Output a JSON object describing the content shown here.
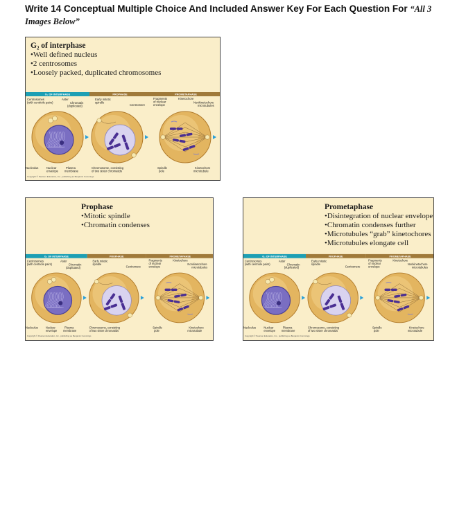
{
  "heading": {
    "main": "Write 14 Conceptual Multiple Choice And Included Answer Key For Each Question For ",
    "italic": "“All 3 Images Below”"
  },
  "slides": [
    {
      "title": "G₂ of interphase",
      "bullets": [
        "•Well defined nucleus",
        "•2 centrosomes",
        "•Loosely packed, duplicated chromosomes"
      ]
    },
    {
      "title": "Prophase",
      "bullets": [
        "•Mitotic spindle",
        "•Chromatin condenses"
      ]
    },
    {
      "title": "Prometaphase",
      "bullets": [
        "•Disintegration of nuclear envelope",
        "•Chromatin condenses further",
        "•Microtubules “grab” kinetochores",
        "•Microtubules elongate cell"
      ]
    }
  ],
  "figure": {
    "bands": [
      "G₂ OF INTERPHASE",
      "PROPHASE",
      "PROMETAPHASE"
    ],
    "top_labels": {
      "centrosomes": "Centrosomes",
      "centriole_pairs": "(with centriole pairs)",
      "aster": "Aster",
      "chromatin": "Chromatin",
      "duplicated": "(duplicated)",
      "early_mitotic": "Early mitotic",
      "spindle": "spindle",
      "centromere": "Centromere",
      "fragments": "Fragments",
      "of_nuclear": "of nuclear",
      "envelope": "envelope",
      "kinetochore": "Kinetochore",
      "nonkinetochore": "Nonkinetochore",
      "microtubules": "microtubules"
    },
    "bottom_labels": {
      "nucleolus": "Nucleolus",
      "nuclear": "Nuclear",
      "envelope": "envelope",
      "plasma": "Plasma",
      "membrane": "membrane",
      "chromosome": "Chromosome, consisting",
      "sister": "of two sister chromatids",
      "spindle": "Spindle",
      "pole": "pole",
      "kinetochore": "Kinetochore",
      "microtubule": "microtubule"
    },
    "copyright": "Copyright © Pearson Education, Inc., publishing as Benjamin Cummings"
  },
  "colors": {
    "band_g2": "#1d9fb4",
    "band_other": "#a07a3a",
    "slide_bg": "#faeec9",
    "cell": "#e3b560",
    "nucleus": "#7a6ec2",
    "chromosome": "#4a2f93",
    "arrow": "#2aa0d8"
  }
}
